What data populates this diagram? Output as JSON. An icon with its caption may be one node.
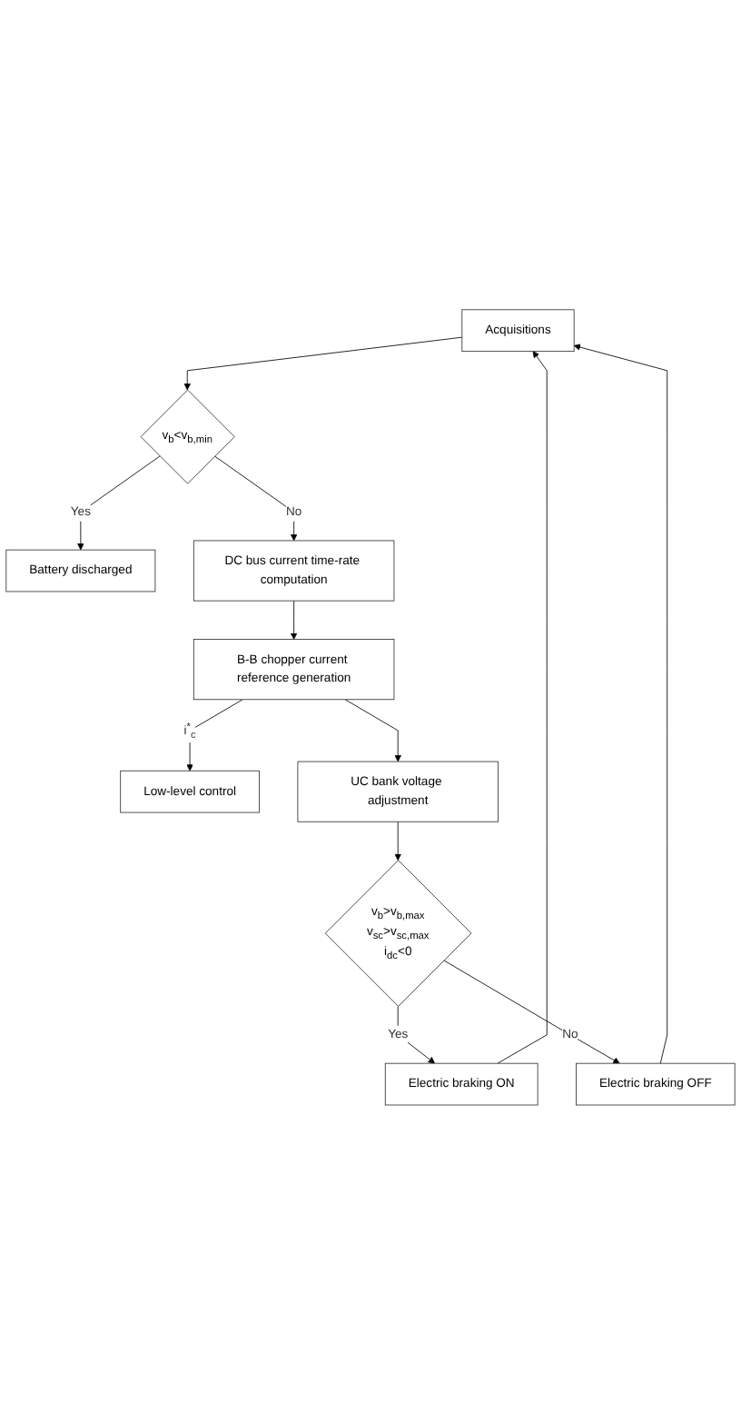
{
  "diagram": {
    "nodes": [
      {
        "text": [
          "Acquisitions"
        ]
      },
      {
        "text": [
          "v$_{b}$<v$_{b,min}$"
        ]
      },
      {
        "text": [
          "Battery discharged"
        ]
      },
      {
        "text": [
          "DC bus current time-rate computation"
        ]
      },
      {
        "text": [
          "B-B chopper current reference generation"
        ]
      },
      {
        "text": [
          "Low-level control"
        ]
      },
      {
        "text": [
          "UC bank voltage adjustment"
        ]
      },
      {
        "text": [
          "v$_{b}$>v$_{b,max}$",
          "v$_{sc}$>v$_{sc,max}$",
          "i$_{dc}$<0"
        ]
      },
      {
        "text": [
          "Electric braking ON"
        ]
      },
      {
        "text": [
          "Electric braking OFF"
        ]
      }
    ],
    "edges": [
      {
        "from": 0,
        "to": 1,
        "arrow": "to"
      },
      {
        "from": 1,
        "to": 2,
        "arrow": "to",
        "label": "Yes"
      },
      {
        "from": 1,
        "to": 3,
        "arrow": "to",
        "label": "No"
      },
      {
        "from": 3,
        "to": 4,
        "arrow": "to"
      },
      {
        "from": 4,
        "to": 5,
        "arrow": "to",
        "label": "i$^{*}$$_{c}$"
      },
      {
        "from": 4,
        "to": 6,
        "arrow": "to"
      },
      {
        "from": 6,
        "to": 7,
        "arrow": "to"
      },
      {
        "from": 7,
        "to": 8,
        "arrow": "to",
        "label": "Yes"
      },
      {
        "from": 7,
        "to": 9,
        "arrow": "to",
        "label": "No"
      },
      {
        "from": 9,
        "to": 0,
        "arrow": "to"
      },
      {
        "from": 8,
        "to": 0,
        "arrow": "to"
      }
    ]
  }
}
